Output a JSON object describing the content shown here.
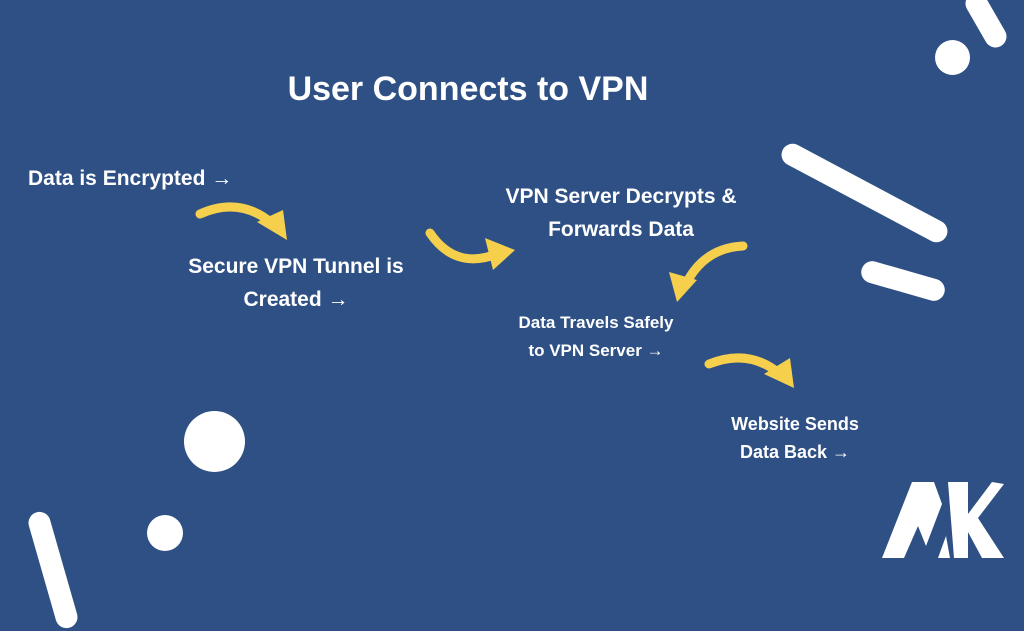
{
  "title": "User Connects to VPN",
  "colors": {
    "background": "#2e5084",
    "arrow": "#f6d04d",
    "text": "#ffffff"
  },
  "steps": [
    {
      "line1": "Data is Encrypted →",
      "line2": ""
    },
    {
      "line1": "Secure VPN Tunnel is",
      "line2": "Created →"
    },
    {
      "line1": "VPN Server Decrypts &",
      "line2": "Forwards Data"
    },
    {
      "line1": "Data Travels Safely",
      "line2": "to VPN Server →"
    },
    {
      "line1": "Website Sends",
      "line2": "Data Back →"
    }
  ],
  "logo": {
    "text": "AK"
  }
}
